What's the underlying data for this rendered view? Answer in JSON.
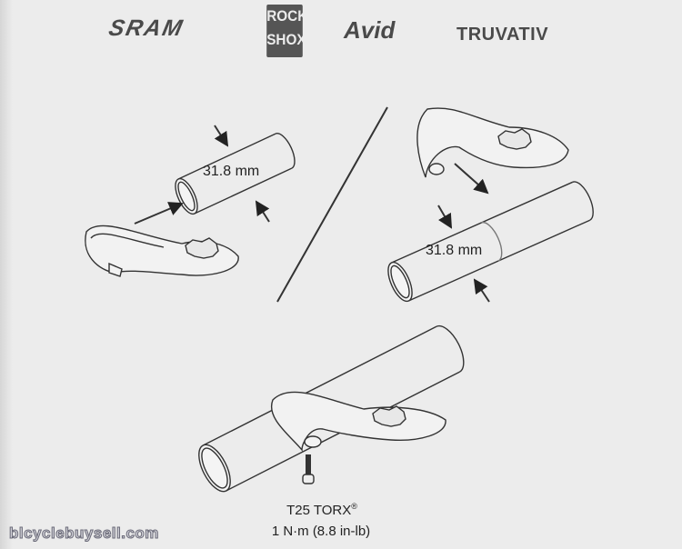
{
  "logos": {
    "sram": "SRAM",
    "rockshox_line1": "ROCK",
    "rockshox_line2": "SHOX",
    "avid": "Avid",
    "truvativ": "TRUVATIV"
  },
  "step1": {
    "dimension": "31.8 mm"
  },
  "step2": {
    "dimension": "31.8 mm"
  },
  "step3": {
    "tool": "T25 TORX",
    "tool_mark": "®",
    "torque": "1 N·m (8.8 in-lb)"
  },
  "watermark": "blcyclebuysell.com"
}
